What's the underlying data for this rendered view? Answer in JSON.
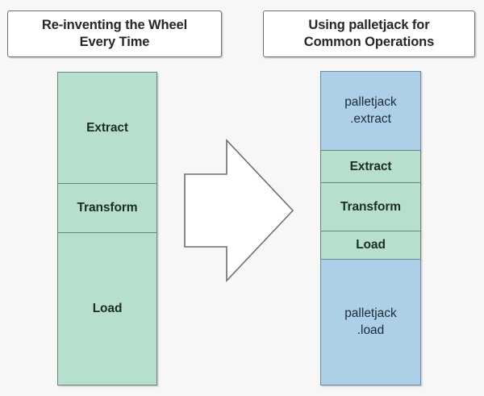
{
  "diagram": {
    "type": "comparison-flow",
    "background_color": "#f7f7f7",
    "panels": {
      "left": {
        "title_line1": "Re-inventing the Wheel",
        "title_line2": "Every Time",
        "stack": [
          {
            "label": "Extract",
            "color": "#b6dfcd",
            "variant": "green",
            "bold": true
          },
          {
            "label": "Transform",
            "color": "#b6dfcd",
            "variant": "green",
            "bold": true
          },
          {
            "label": "Load",
            "color": "#b6dfcd",
            "variant": "green",
            "bold": true
          }
        ]
      },
      "right": {
        "title_line1": "Using palletjack for",
        "title_line2": "Common Operations",
        "stack": [
          {
            "label_line1": "palletjack",
            "label_line2": ".extract",
            "color": "#aecfe8",
            "variant": "blue",
            "bold": false
          },
          {
            "label": "Extract",
            "color": "#b6dfcd",
            "variant": "green",
            "bold": true
          },
          {
            "label": "Transform",
            "color": "#b6dfcd",
            "variant": "green",
            "bold": true
          },
          {
            "label": "Load",
            "color": "#b6dfcd",
            "variant": "green",
            "bold": true
          },
          {
            "label_line1": "palletjack",
            "label_line2": ".load",
            "color": "#aecfe8",
            "variant": "blue",
            "bold": false
          }
        ]
      }
    },
    "arrow": {
      "name": "right-arrow",
      "direction": "right",
      "fill": "#ffffff",
      "stroke": "#6e6e6e"
    }
  }
}
